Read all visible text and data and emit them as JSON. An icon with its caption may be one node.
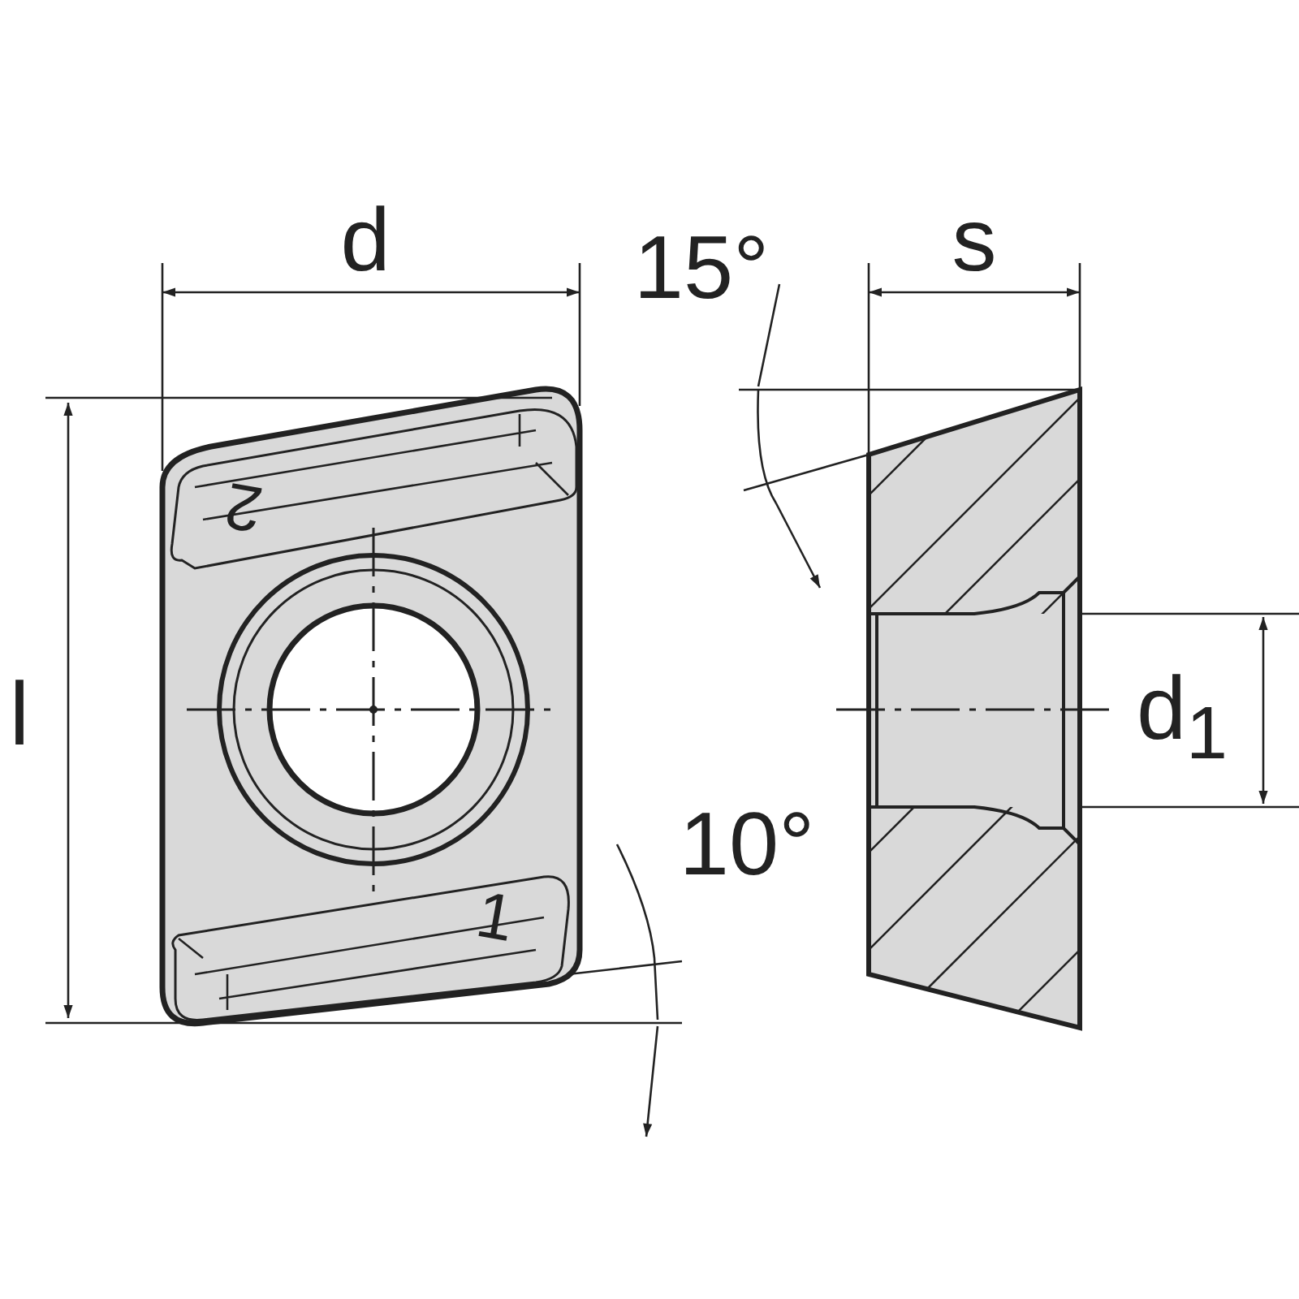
{
  "diagram": {
    "labels": [
      "d",
      "s",
      "15°",
      "2",
      "l",
      "d$_{1}$",
      "10°",
      "1"
    ]
  }
}
